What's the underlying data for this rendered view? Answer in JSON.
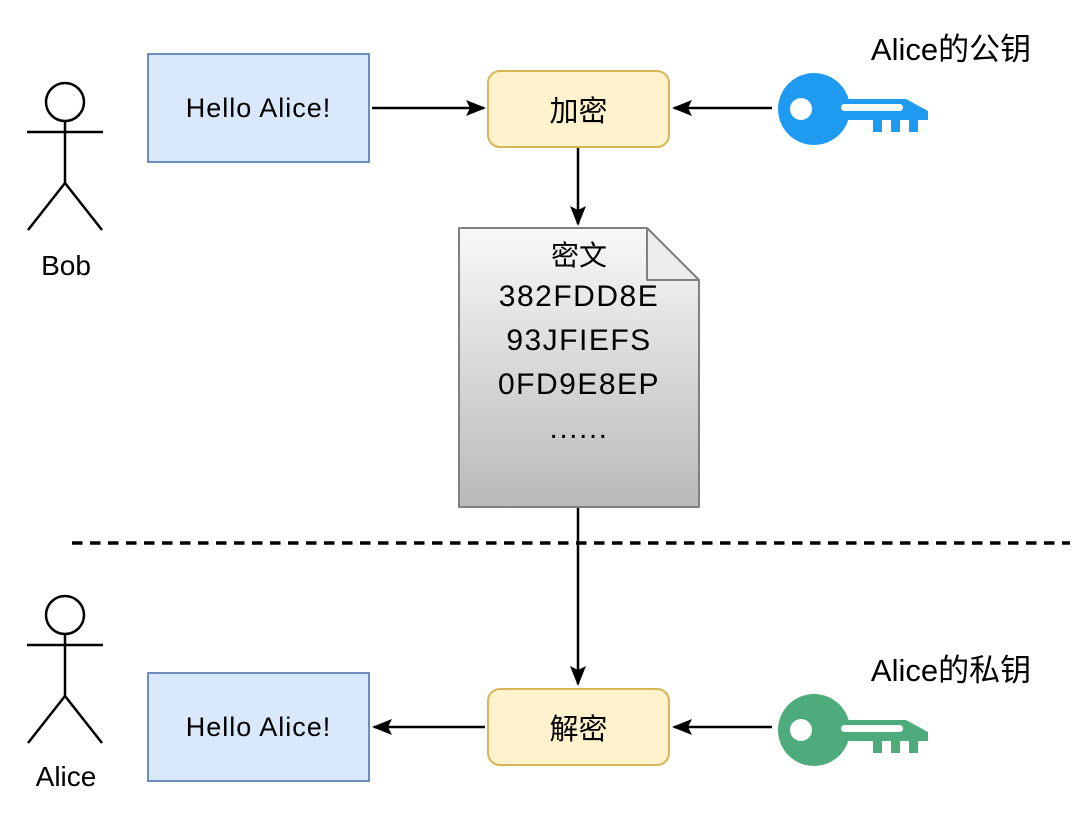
{
  "colors": {
    "message-fill": "#DAE8FC",
    "message-border": "#6C8EBF",
    "process-fill": "#FFF2CC",
    "process-border": "#D6B656",
    "doc-top": "#F8F8F8",
    "doc-bottom": "#B9B9B9",
    "doc-fold": "#EDEDED",
    "doc-border": "#808080",
    "public-key": "#1E9BF0",
    "private-key": "#4DAB7C",
    "stroke": "#000000"
  },
  "actors": {
    "bob": {
      "label": "Bob"
    },
    "alice": {
      "label": "Alice"
    }
  },
  "messages": {
    "plaintext_top": "Hello Alice!",
    "plaintext_bottom": "Hello Alice!"
  },
  "processes": {
    "encrypt": "加密",
    "decrypt": "解密"
  },
  "ciphertext_doc": {
    "title": "密文",
    "lines": [
      "382FDD8E",
      "93JFIEFS",
      "0FD9E8EP",
      "......"
    ]
  },
  "keys": {
    "public": {
      "label": "Alice的公钥",
      "icon": "key-icon"
    },
    "private": {
      "label": "Alice的私钥",
      "icon": "key-icon"
    }
  }
}
